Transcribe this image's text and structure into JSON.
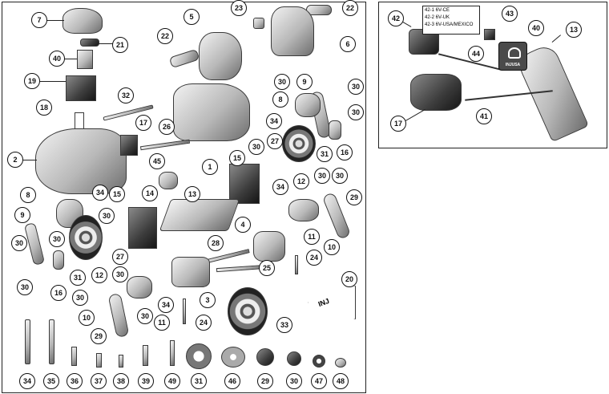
{
  "main_callouts": [
    {
      "id": "c7",
      "label": "7"
    },
    {
      "id": "c21",
      "label": "21"
    },
    {
      "id": "c40",
      "label": "40"
    },
    {
      "id": "c19",
      "label": "19"
    },
    {
      "id": "c18",
      "label": "18"
    },
    {
      "id": "c5",
      "label": "5"
    },
    {
      "id": "c23",
      "label": "23"
    },
    {
      "id": "c22a",
      "label": "22"
    },
    {
      "id": "c22b",
      "label": "22"
    },
    {
      "id": "c6",
      "label": "6"
    },
    {
      "id": "c32",
      "label": "32"
    },
    {
      "id": "c17",
      "label": "17"
    },
    {
      "id": "c26",
      "label": "26"
    },
    {
      "id": "c2",
      "label": "2"
    },
    {
      "id": "c45",
      "label": "45"
    },
    {
      "id": "c1",
      "label": "1"
    },
    {
      "id": "c30a",
      "label": "30"
    },
    {
      "id": "c9a",
      "label": "9"
    },
    {
      "id": "c30b",
      "label": "30"
    },
    {
      "id": "c8a",
      "label": "8"
    },
    {
      "id": "c30c",
      "label": "30"
    },
    {
      "id": "c34a",
      "label": "34"
    },
    {
      "id": "c27a",
      "label": "27"
    },
    {
      "id": "c30d",
      "label": "30"
    },
    {
      "id": "c31a",
      "label": "31"
    },
    {
      "id": "c16a",
      "label": "16"
    },
    {
      "id": "c15a",
      "label": "15"
    },
    {
      "id": "c12a",
      "label": "12"
    },
    {
      "id": "c14",
      "label": "14"
    },
    {
      "id": "c13a",
      "label": "13"
    },
    {
      "id": "c30e",
      "label": "30"
    },
    {
      "id": "c30f",
      "label": "30"
    },
    {
      "id": "c29a",
      "label": "29"
    },
    {
      "id": "c34b",
      "label": "34"
    },
    {
      "id": "c8b",
      "label": "8"
    },
    {
      "id": "c34c",
      "label": "34"
    },
    {
      "id": "c15b",
      "label": "15"
    },
    {
      "id": "c9b",
      "label": "9"
    },
    {
      "id": "c30g",
      "label": "30"
    },
    {
      "id": "c4",
      "label": "4"
    },
    {
      "id": "c30h",
      "label": "30"
    },
    {
      "id": "c30i",
      "label": "30"
    },
    {
      "id": "c27b",
      "label": "27"
    },
    {
      "id": "c11a",
      "label": "11"
    },
    {
      "id": "c10a",
      "label": "10"
    },
    {
      "id": "c28",
      "label": "28"
    },
    {
      "id": "c24a",
      "label": "24"
    },
    {
      "id": "c31b",
      "label": "31"
    },
    {
      "id": "c12b",
      "label": "12"
    },
    {
      "id": "c16b",
      "label": "16"
    },
    {
      "id": "c25",
      "label": "25"
    },
    {
      "id": "c30j",
      "label": "30"
    },
    {
      "id": "c30k",
      "label": "30"
    },
    {
      "id": "c20",
      "label": "20"
    },
    {
      "id": "c30l",
      "label": "30"
    },
    {
      "id": "c34d",
      "label": "34"
    },
    {
      "id": "c3",
      "label": "3"
    },
    {
      "id": "c10b",
      "label": "10"
    },
    {
      "id": "c30m",
      "label": "30"
    },
    {
      "id": "c11b",
      "label": "11"
    },
    {
      "id": "c24b",
      "label": "24"
    },
    {
      "id": "c33",
      "label": "33"
    },
    {
      "id": "c29b",
      "label": "29"
    }
  ],
  "hardware_row": [
    "34",
    "35",
    "36",
    "37",
    "38",
    "39",
    "49",
    "31",
    "46",
    "29",
    "30",
    "47",
    "48"
  ],
  "inset": {
    "callouts": [
      {
        "id": "i42",
        "label": "42"
      },
      {
        "id": "i43",
        "label": "43"
      },
      {
        "id": "i40",
        "label": "40"
      },
      {
        "id": "i13",
        "label": "13"
      },
      {
        "id": "i44",
        "label": "44"
      },
      {
        "id": "i17",
        "label": "17"
      },
      {
        "id": "i41",
        "label": "41"
      }
    ],
    "variant_lines": [
      "42-1  6V-CE",
      "42-2  6V-UK",
      "42-3  6V-USA/MEXICO"
    ],
    "badge_text": "INJUSA"
  },
  "logo_text": "INJ"
}
